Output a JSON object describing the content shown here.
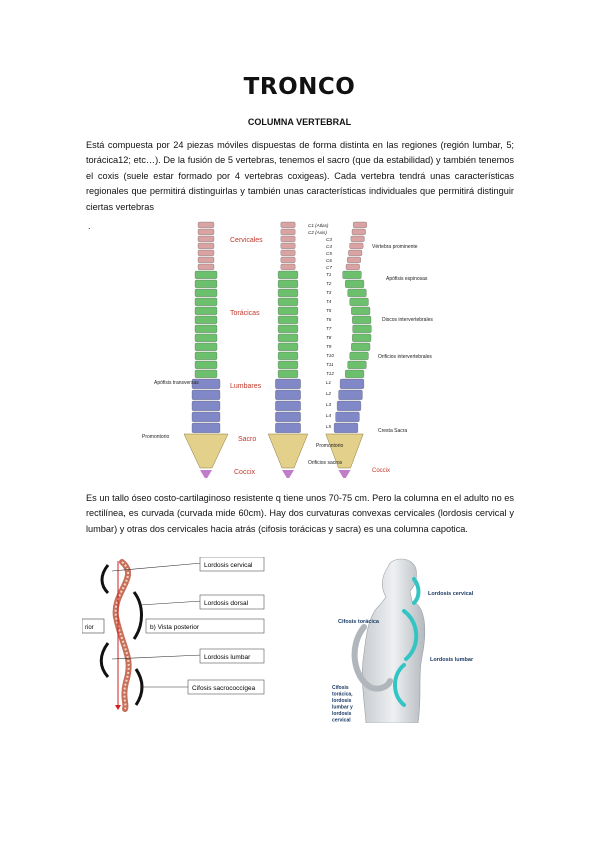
{
  "title": "TRONCO",
  "subtitle": "COLUMNA VERTEBRAL",
  "paragraph1": "Está compuesta por 24 piezas móviles dispuestas de forma distinta en las regiones (región lumbar, 5; torácica12; etc…). De la fusión de 5 vertebras, tenemos el sacro (que da estabilidad) y también tenemos el coxis (suele estar formado por 4 vertebras coxigeas). Cada vertebra tendrá unas características regionales que permitirá distinguirlas y también unas características individuales que permitirá distinguir ciertas vertebras",
  "dot": ".",
  "paragraph2": "Es un tallo óseo costo-cartilaginoso resistente q tiene unos 70-75 cm. Pero la columna en el adulto no es rectilínea, es curvada (curvada mide 60cm). Hay dos curvaturas convexas cervicales (lordosis cervical y lumbar) y otras dos cervicales hacia atrás (cifosis torácicas y sacra) es una columna capotica.",
  "figure1": {
    "region_labels": [
      "Cervicales",
      "Torácicas",
      "Lumbares",
      "Sacro",
      "Coccix"
    ],
    "left_labels": [
      "Apófisis transversas",
      "Promontorio"
    ],
    "vertebra_labels": [
      "C1 (Atlas)",
      "C2 (Axis)",
      "C3",
      "C4",
      "C5",
      "C6",
      "C7",
      "T1",
      "T2",
      "T3",
      "T4",
      "T5",
      "T6",
      "T7",
      "T8",
      "T9",
      "T10",
      "T11",
      "T12",
      "L1",
      "L2",
      "L3",
      "L4",
      "L5"
    ],
    "right_labels": [
      "Vértebra prominente",
      "Apófisis espinosas",
      "Discos intervertebrales",
      "Orificios intervertebrales",
      "Cresta Sacra"
    ],
    "bottom_labels": [
      "Promontorio",
      "Orificios sacros",
      "Coccix"
    ],
    "colors": {
      "cervical": "#d9a3a3",
      "thoracic": "#6cbf6c",
      "lumbar": "#8088c8",
      "sacrum": "#e3d08a",
      "coccyx": "#c07ec8",
      "label": "#c0392b"
    }
  },
  "figure2": {
    "labels": [
      "Lordosis cervical",
      "Lordosis dorsal",
      "rior",
      "b) Vista posterior",
      "Lordosis lumbar",
      "Cifosis sacrococcígea"
    ]
  },
  "figure3": {
    "labels": [
      "Lordosis cervical",
      "Cifosis torácica",
      "Lordosis lumbar",
      "Cifosis torácica, lordosis lumbar y lordosis cervical"
    ],
    "colors": {
      "curve": "#35c4c4",
      "label": "#1b3b66"
    }
  }
}
